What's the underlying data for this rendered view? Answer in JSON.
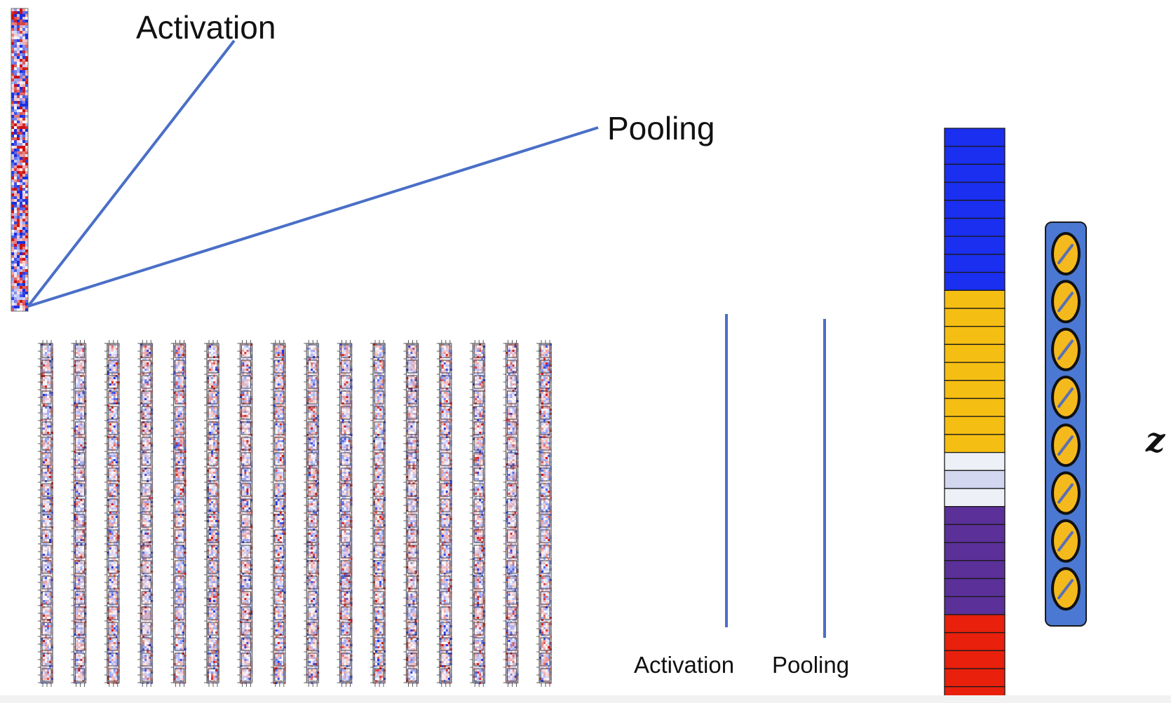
{
  "labels": {
    "activation_top": "Activation",
    "pooling_top": "Pooling",
    "activation_bottom": "Activation",
    "pooling_bottom": "Pooling",
    "z": "z"
  },
  "colors": {
    "line": "#4a6fc7",
    "heat_red": "#d01010",
    "heat_blue": "#1a2ee0",
    "blue_block": "#1a2ff0",
    "yellow_block": "#f5be12",
    "pale_blocks": [
      "#eef0f8",
      "#d2d6ee",
      "#eef0f8"
    ],
    "purple_block": "#5b3099",
    "red_block": "#e8200c",
    "z_panel": "#4b78d2",
    "z_node": "#f4b91c"
  },
  "stack": {
    "blocks": [
      {
        "color": "blue_block",
        "cells": 9
      },
      {
        "color": "yellow_block",
        "cells": 9
      },
      {
        "color": "pale",
        "cells": 3
      },
      {
        "color": "purple_block",
        "cells": 6
      },
      {
        "color": "red_block",
        "cells": 5
      }
    ]
  },
  "heatmap_columns_count": 16,
  "z_nodes_count": 8
}
